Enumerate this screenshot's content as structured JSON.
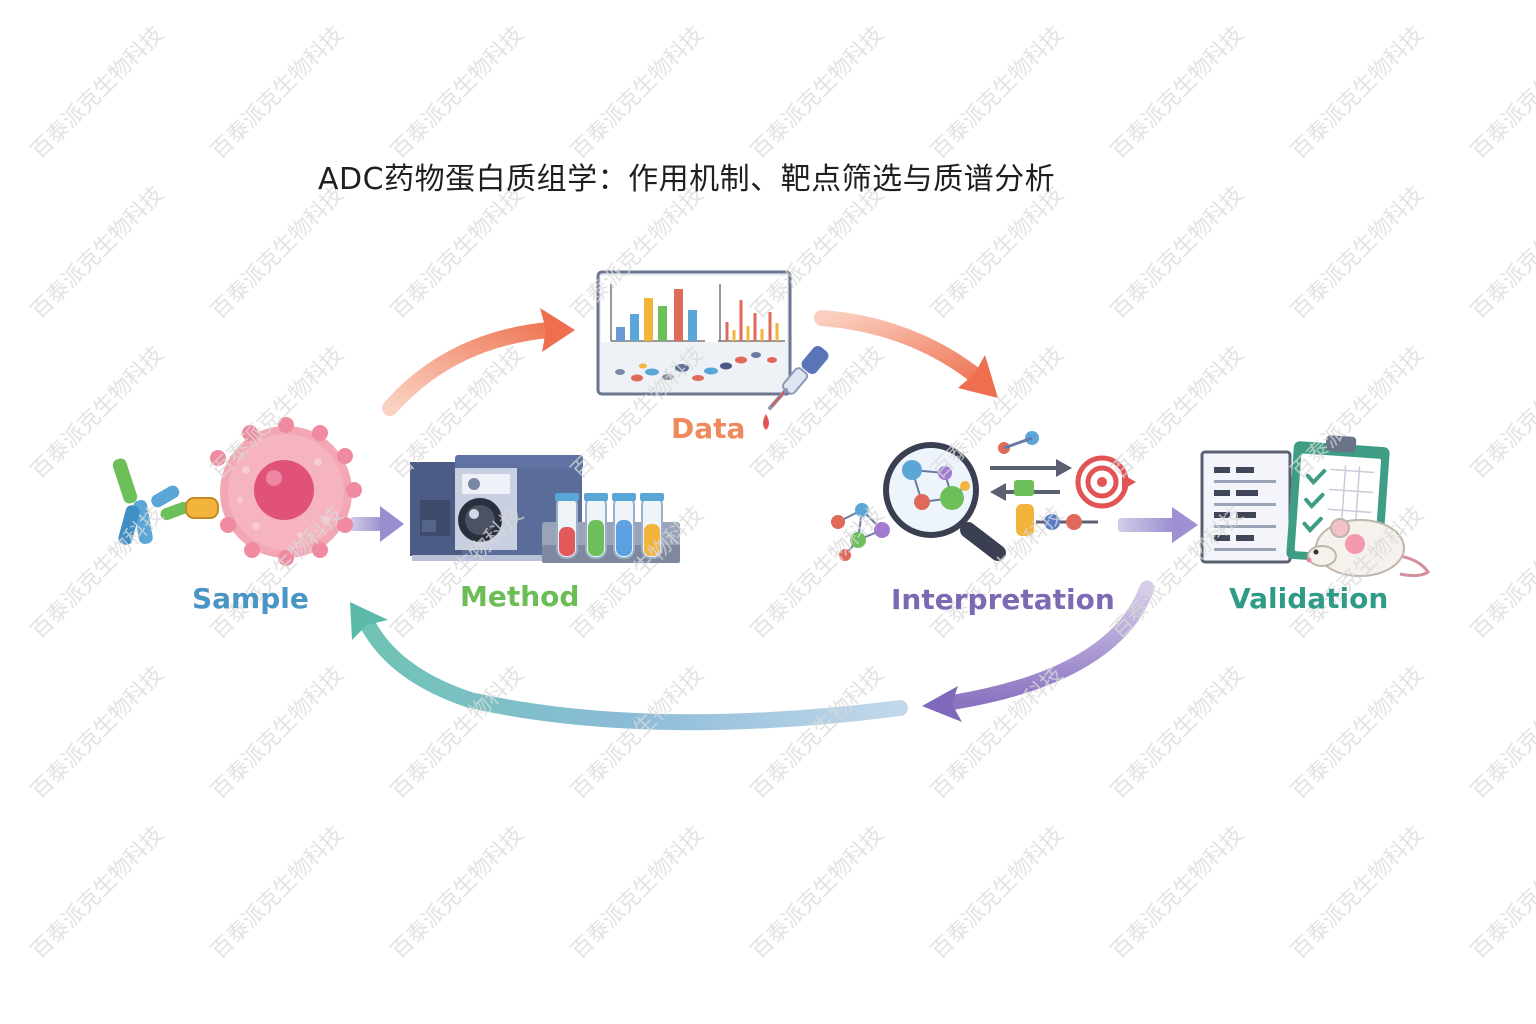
{
  "title": "ADC药物蛋白质组学：作用机制、靶点筛选与质谱分析",
  "stages": {
    "sample": {
      "label": "Sample",
      "color": "#4a95c4"
    },
    "method": {
      "label": "Method",
      "color": "#6cbd55"
    },
    "data": {
      "label": "Data",
      "color": "#ef8a5d"
    },
    "interpretation": {
      "label": "Interpretation",
      "color": "#7d69b3"
    },
    "validation": {
      "label": "Validation",
      "color": "#2f9b86"
    }
  },
  "watermark": {
    "text": "百泰派克生物科技",
    "color": "#d9d9d9"
  }
}
